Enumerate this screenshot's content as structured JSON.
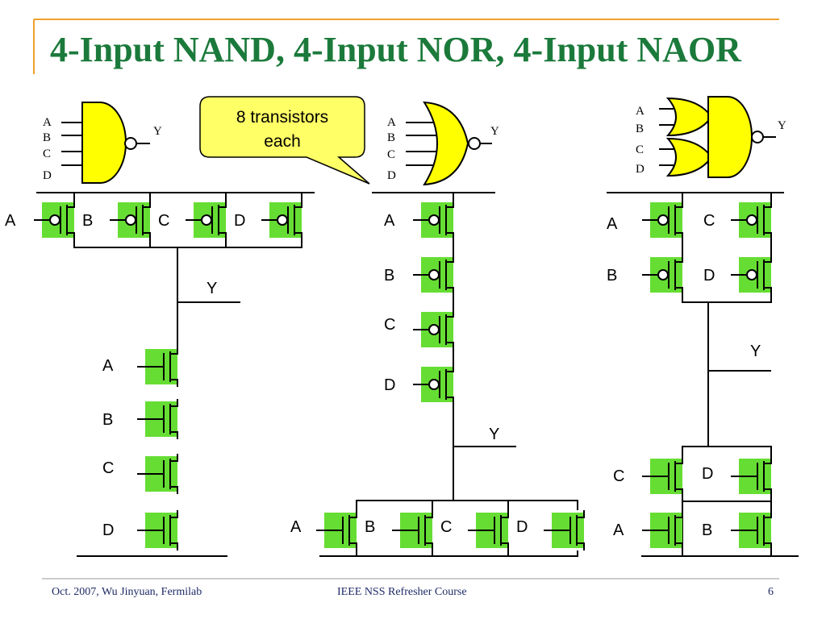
{
  "title": "4-Input NAND, 4-Input NOR, 4-Input NAOR",
  "callout": {
    "line1": "8 transistors",
    "line2": "each"
  },
  "footer": {
    "left": "Oct. 2007, Wu Jinyuan, Fermilab",
    "center": "IEEE NSS Refresher Course",
    "right": "6"
  },
  "colors": {
    "title": "#1b7a3b",
    "gate_fill": "#ffff00",
    "transistor_fill": "#66dd33",
    "callout_fill": "#ffff66",
    "accent": "#f0a030"
  },
  "nand": {
    "gate": {
      "inputs": [
        "A",
        "B",
        "C",
        "D"
      ],
      "output": "Y"
    },
    "pmos_inputs": [
      "A",
      "B",
      "C",
      "D"
    ],
    "output": "Y",
    "nmos_inputs": [
      "A",
      "B",
      "C",
      "D"
    ]
  },
  "nor": {
    "gate": {
      "inputs": [
        "A",
        "B",
        "C",
        "D"
      ],
      "output": "Y"
    },
    "pmos_inputs": [
      "A",
      "B",
      "C",
      "D"
    ],
    "output": "Y",
    "nmos_inputs": [
      "A",
      "B",
      "C",
      "D"
    ]
  },
  "naor": {
    "gate": {
      "inputs": [
        "A",
        "B",
        "C",
        "D"
      ],
      "output": "Y"
    },
    "pmos_inputs": [
      "A",
      "B",
      "C",
      "D"
    ],
    "output": "Y",
    "nmos_inputs": [
      "C",
      "D",
      "A",
      "B"
    ]
  }
}
